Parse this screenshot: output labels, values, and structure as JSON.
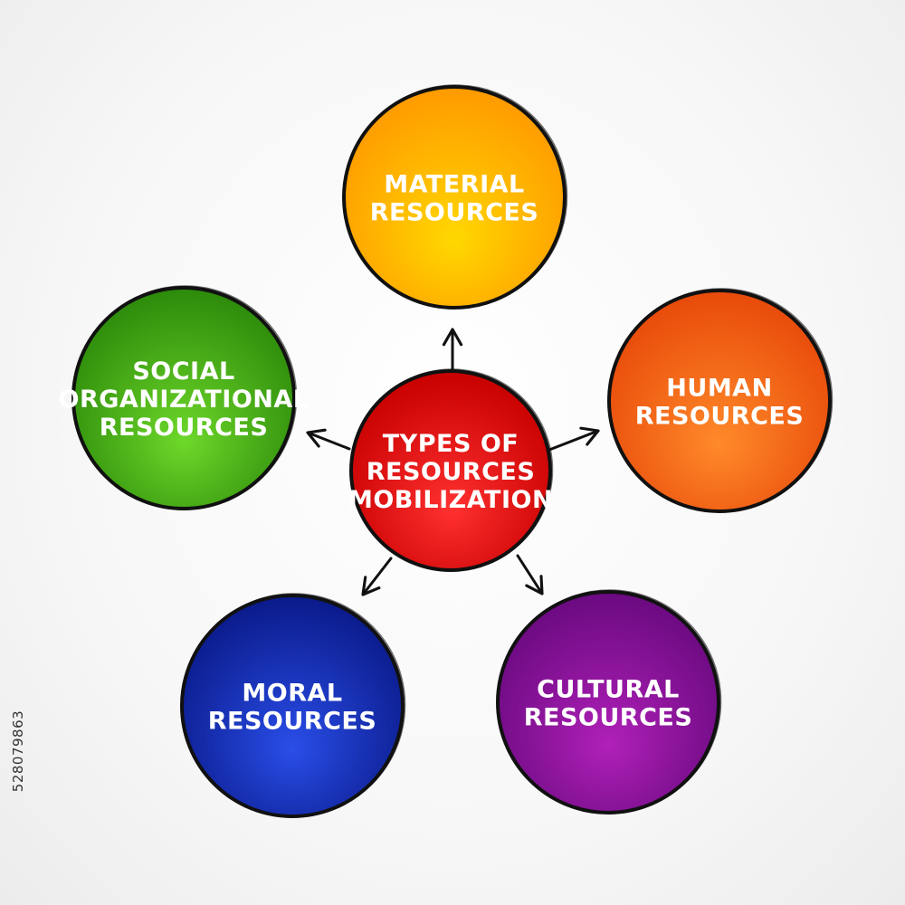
{
  "diagram": {
    "center": {
      "lines": [
        "TYPES OF",
        "RESOURCES",
        "MOBILIZATION"
      ],
      "color_light": "#ff3030",
      "color_dark": "#c80000"
    },
    "nodes": [
      {
        "id": "material",
        "lines": [
          "MATERIAL",
          "RESOURCES"
        ],
        "color_light": "#ffd800",
        "color_dark": "#ff9a00"
      },
      {
        "id": "human",
        "lines": [
          "HUMAN",
          "RESOURCES"
        ],
        "color_light": "#ff8a2a",
        "color_dark": "#e84a0a"
      },
      {
        "id": "cultural",
        "lines": [
          "CULTURAL",
          "RESOURCES"
        ],
        "color_light": "#b020b8",
        "color_dark": "#6a0a80"
      },
      {
        "id": "moral",
        "lines": [
          "MORAL",
          "RESOURCES"
        ],
        "color_light": "#2a4ee8",
        "color_dark": "#0a1a8a"
      },
      {
        "id": "social",
        "lines": [
          "SOCIAL",
          "ORGANIZATIONAL",
          "RESOURCES"
        ],
        "color_light": "#6ed82a",
        "color_dark": "#2c8a0a"
      }
    ],
    "outline_color": "#111111"
  },
  "side_id": "528079863"
}
